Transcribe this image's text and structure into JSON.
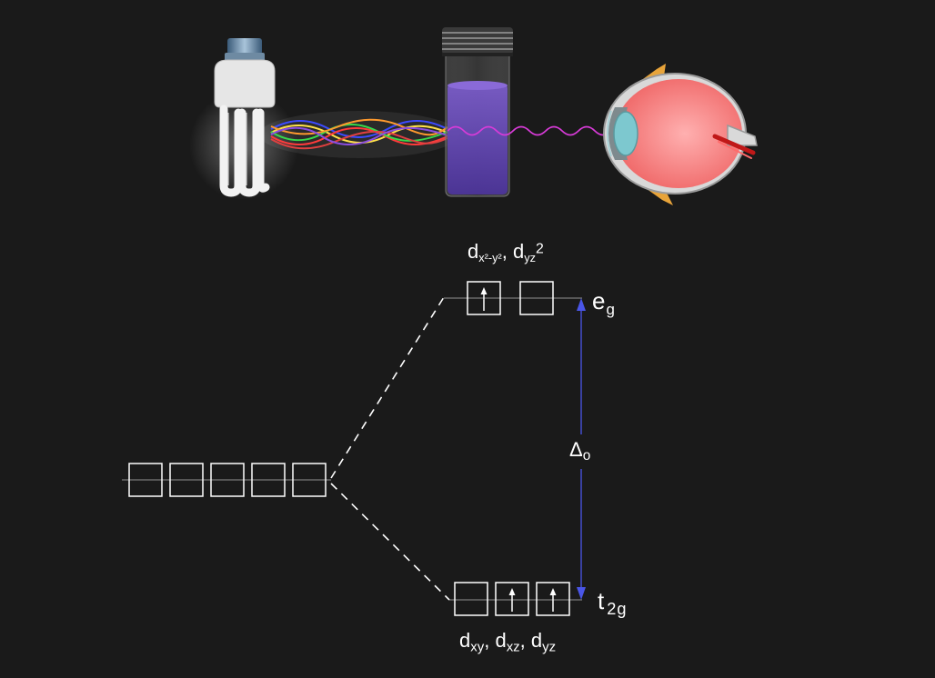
{
  "diagram": {
    "eg_label": {
      "main": "e",
      "sub": "g"
    },
    "t2g_label": {
      "main": "t",
      "sub": "2g"
    },
    "delta_label": {
      "main": "Δ",
      "sub": "o"
    },
    "eg_orbitals": {
      "first": "d",
      "first_sub": "x²-y²",
      "sep": ",",
      "second": "d",
      "second_sub": "yz",
      "second_sup": "2"
    },
    "t2g_orbitals": {
      "a": "d",
      "a_sub": "xy",
      "sep1": ", ",
      "b": "d",
      "b_sub": "xz",
      "sep2": ", ",
      "c": "d",
      "c_sub": "yz"
    },
    "degenerate_orbital_count": 5,
    "eg_electrons": [
      1,
      0
    ],
    "t2g_electrons": [
      0,
      1,
      1
    ],
    "colors": {
      "background": "#1a1a1a",
      "line": "#ffffff",
      "delta_arrow": "#4a56e8",
      "solution": "#5b3fa0",
      "absorbed_light": "#d83bd8"
    }
  }
}
